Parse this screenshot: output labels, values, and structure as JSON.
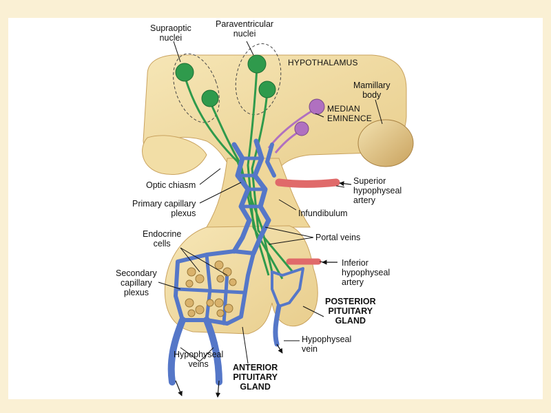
{
  "labels": {
    "supraoptic": [
      "Supraoptic",
      "nuclei"
    ],
    "paraventricular": [
      "Paraventricular",
      "nuclei"
    ],
    "hypothalamus": "HYPOTHALAMUS",
    "mamillary": [
      "Mamillary",
      "body"
    ],
    "median_eminence": [
      "MEDIAN",
      "EMINENCE"
    ],
    "optic_chiasm": "Optic chiasm",
    "primary_plexus": [
      "Primary capillary",
      "plexus"
    ],
    "superior_artery": [
      "Superior",
      "hypophyseal",
      "artery"
    ],
    "infundibulum": "Infundibulum",
    "endocrine_cells": [
      "Endocrine",
      "cells"
    ],
    "portal_veins": "Portal veins",
    "secondary_plexus": [
      "Secondary",
      "capillary",
      "plexus"
    ],
    "inferior_artery": [
      "Inferior",
      "hypophyseal",
      "artery"
    ],
    "posterior_gland": [
      "POSTERIOR",
      "PITUITARY",
      "GLAND"
    ],
    "hypophyseal_vein": [
      "Hypophyseal",
      "vein"
    ],
    "hypophyseal_veins": [
      "Hypophyseal",
      "veins"
    ],
    "anterior_gland": [
      "ANTERIOR",
      "PITUITARY",
      "GLAND"
    ]
  },
  "colors": {
    "background": "#faf0d4",
    "tissue": "#f2dfa8",
    "tissue_shadow": "#dcb870",
    "neuron_green": "#2f9a4c",
    "neuron_purple": "#b070c0",
    "vein_blue": "#5577c8",
    "artery_red": "#e06a6a"
  }
}
